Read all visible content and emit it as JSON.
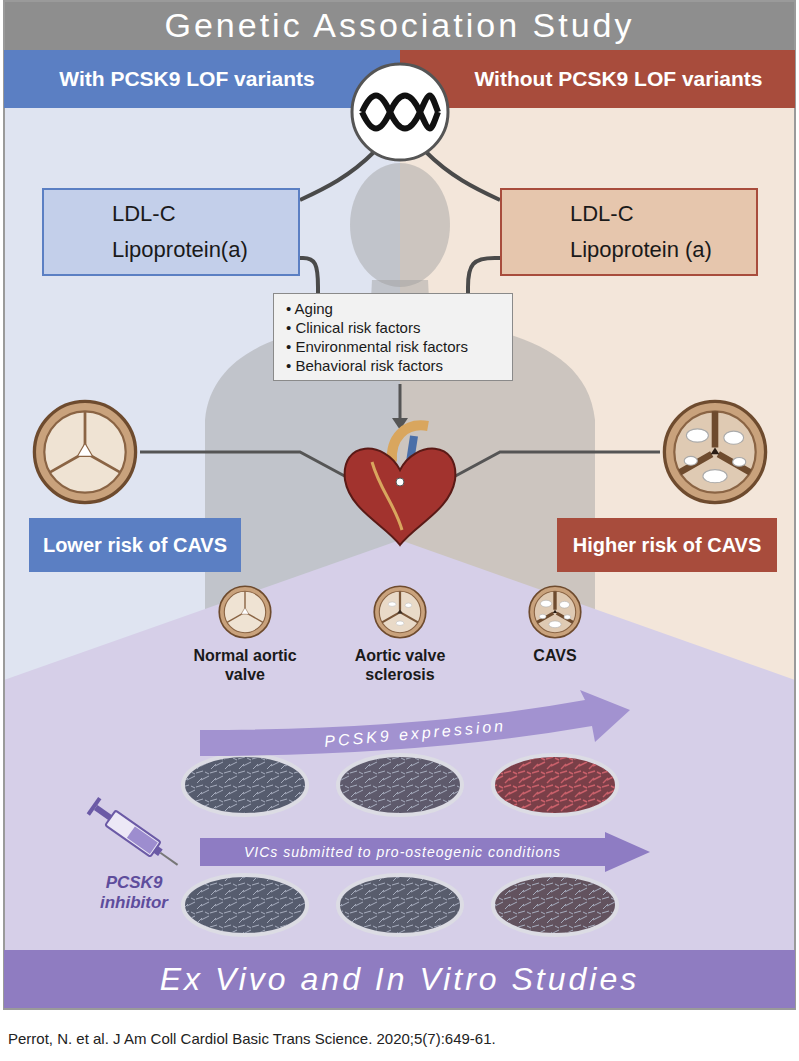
{
  "diagram": {
    "title": "Genetic Association Study",
    "caption": "Perrot, N. et al. J Am Coll Cardiol Basic Trans Science. 2020;5(7):649-61.",
    "nodes": [
      {
        "text": [
          "With PCSK9 LOF variants"
        ]
      },
      {
        "text": [
          "Without PCSK9 LOF variants"
        ]
      },
      {
        "text": [
          "LDL-C",
          "Lipoprotein(a)"
        ]
      },
      {
        "text": [
          "LDL-C",
          "Lipoprotein (a)"
        ]
      },
      {
        "text": [
          "• Aging",
          "• Clinical risk factors",
          "• Environmental risk factors",
          "• Behavioral risk factors"
        ]
      },
      {
        "text": [
          "Lower risk of CAVS"
        ]
      },
      {
        "text": [
          "Higher risk of CAVS"
        ]
      },
      {
        "text": [
          "PCSK9 expression"
        ]
      },
      {
        "text": [
          "VICs submitted to pro-osteogenic conditions"
        ]
      },
      {
        "text": [
          "Ex Vivo and In Vitro Studies"
        ]
      }
    ],
    "edges": [
      {
        "from": 2,
        "to": 4,
        "arrow": "none"
      },
      {
        "from": 3,
        "to": 4,
        "arrow": "none"
      }
    ],
    "labels": [
      "Normal aortic valve",
      "Aortic valve sclerosis",
      "CAVS",
      "PCSK9 inhibitor"
    ]
  }
}
